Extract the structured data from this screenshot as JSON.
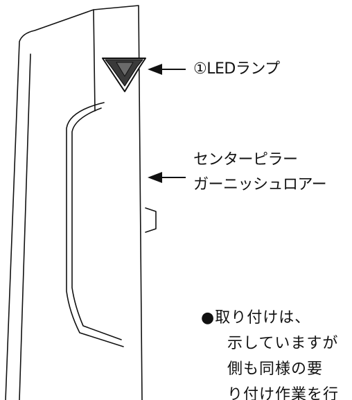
{
  "callouts": {
    "led_lamp": "①LEDランプ",
    "center_pillar_line1": "センターピラー",
    "center_pillar_line2": "ガーニッシュロアー"
  },
  "note": {
    "bullet": "●",
    "lines": [
      "取り付けは、",
      "示していますが",
      "側も同様の要",
      "り付け作業を行"
    ]
  },
  "colors": {
    "line": "#111111",
    "background": "#ffffff",
    "led_fill": "#3a3a3a"
  }
}
